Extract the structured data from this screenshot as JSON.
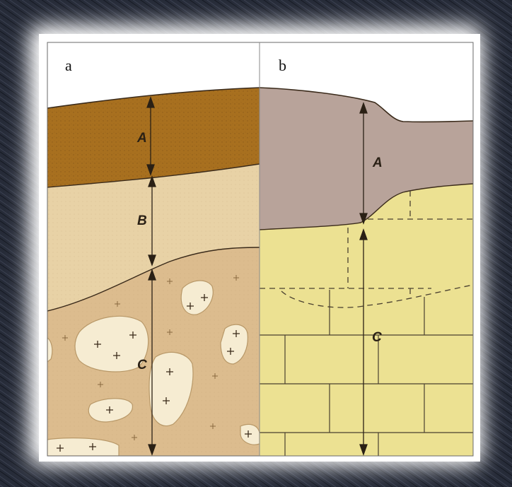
{
  "panels": [
    {
      "label": "a",
      "horizons": [
        {
          "label": "A",
          "color": "#a8701f"
        },
        {
          "label": "B",
          "color": "#e8d2a6"
        },
        {
          "label": "C",
          "color": "#dcbc8e"
        }
      ]
    },
    {
      "label": "b",
      "horizons": [
        {
          "label": "A",
          "color": "#b8a39a"
        },
        {
          "label": "C",
          "color": "#ece192"
        }
      ]
    }
  ],
  "colors": {
    "frame_dark": "#1e2330",
    "frame_glow": "#ffffff",
    "sky": "#ffffff",
    "boulder_fill": "#f6ecd2",
    "line": "#3a2a1a"
  }
}
